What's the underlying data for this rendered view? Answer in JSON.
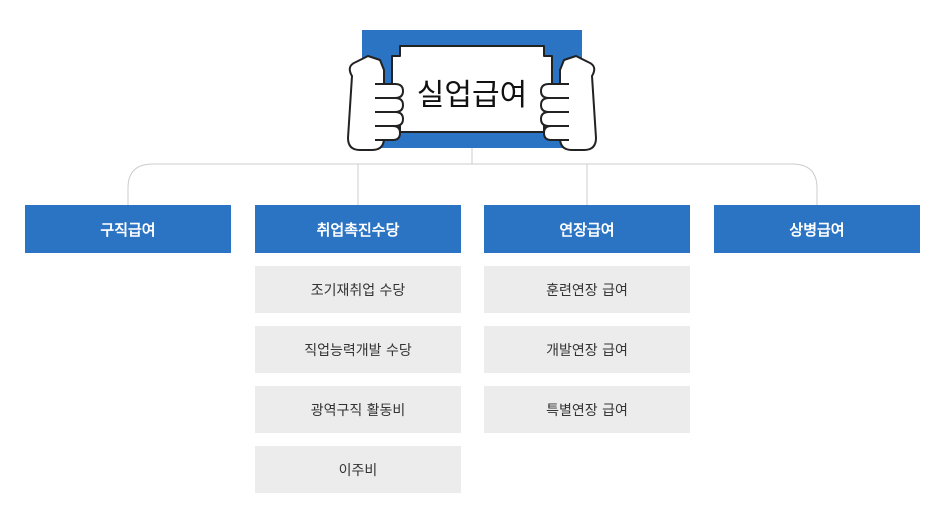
{
  "title": "실업급여",
  "colors": {
    "primary": "#2b73c3",
    "sub_bg": "#ececec",
    "connector": "#cccccc"
  },
  "categories": [
    {
      "label": "구직급여",
      "items": []
    },
    {
      "label": "취업촉진수당",
      "items": [
        "조기재취업 수당",
        "직업능력개발 수당",
        "광역구직 활동비",
        "이주비"
      ]
    },
    {
      "label": "연장급여",
      "items": [
        "훈련연장 급여",
        "개발연장 급여",
        "특별연장 급여"
      ]
    },
    {
      "label": "상병급여",
      "items": []
    }
  ]
}
